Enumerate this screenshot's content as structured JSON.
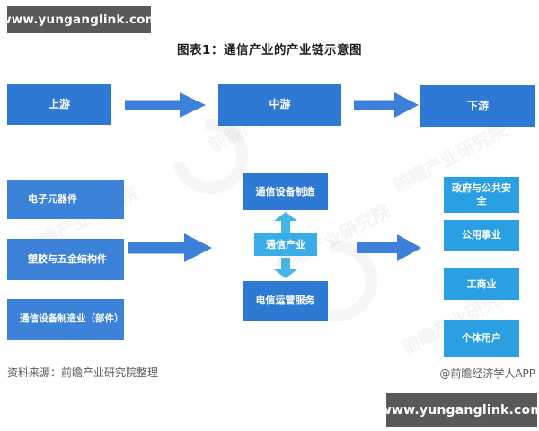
{
  "banners": {
    "top": "www.yunganglink.com",
    "bottom": "www.yunganglink.com"
  },
  "title": "图表1：通信产业的产业链示意图",
  "top_row": {
    "upstream": "上游",
    "midstream": "中游",
    "downstream": "下游"
  },
  "left_column": [
    "电子元器件",
    "塑胶与五金结构件",
    "通信设备制造业（部件）"
  ],
  "middle_column": {
    "top": "通信设备制造",
    "center": "通信产业",
    "bottom": "电信运营服务"
  },
  "right_column": [
    "政府与公共安全",
    "公用事业",
    "工商业",
    "个体用户"
  ],
  "footer": {
    "source": "资料来源：前瞻产业研究院整理",
    "credit": "@前瞻经济学人APP"
  },
  "watermark": {
    "text": "前瞻产业研究院"
  },
  "colors": {
    "banner_bg": "#59595b",
    "box_blue": "#2e79d3",
    "box_blue2": "#3b82d8",
    "box_cyan": "#2aa0e2",
    "box_center": "#3aade8",
    "arrow_blue": "#3c80d9",
    "arrow_cyan": "#45b5ea",
    "text_gray": "#5a5a5a"
  }
}
